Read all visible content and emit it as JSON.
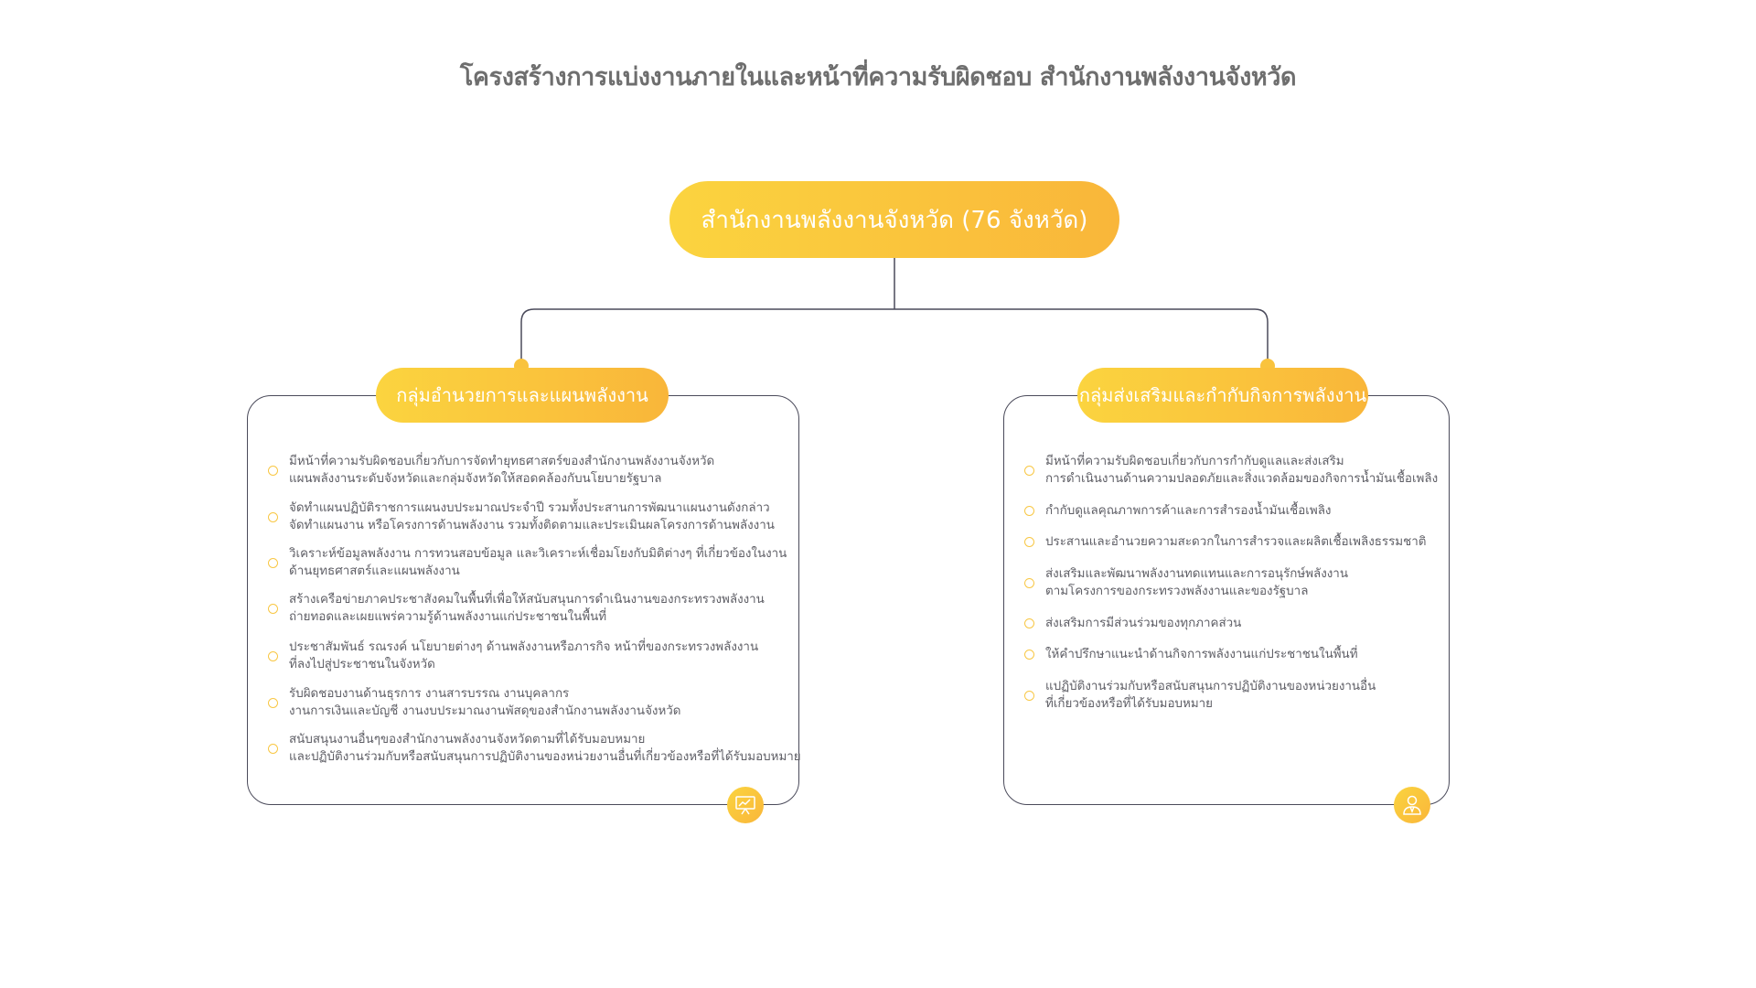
{
  "title": "โครงสร้างการแบ่งงานภายในและหน้าที่ความรับผิดชอบ สำนักงานพลังงานจังหวัด",
  "root": {
    "label": "สำนักงานพลังงานจังหวัด (76 จังหวัด)"
  },
  "groups": [
    {
      "label": "กลุ่มอำนวยการและแผนพลังงาน",
      "icon": "presentation-board-icon",
      "items": [
        {
          "lines": [
            "มีหน้าที่ความรับผิดชอบเกี่ยวกับการจัดทำยุทธศาสตร์ของสำนักงานพลังงานจังหวัด",
            "แผนพลังงานระดับจังหวัดและกลุ่มจังหวัดให้สอดคล้องกับนโยบายรัฐบาล"
          ]
        },
        {
          "lines": [
            "จัดทำแผนปฏิบัติราชการแผนงบประมาณประจำปี รวมทั้งประสานการพัฒนาแผนงานดังกล่าว",
            "จัดทำแผนงาน หรือโครงการด้านพลังงาน รวมทั้งติดตามและประเมินผลโครงการด้านพลังงาน"
          ]
        },
        {
          "lines": [
            "วิเคราะห์ข้อมูลพลังงาน การทวนสอบข้อมูล และวิเคราะห์เชื่อมโยงกับมิติต่างๆ ที่เกี่ยวข้องในงาน",
            "ด้านยุทธศาสตร์และแผนพลังงาน"
          ]
        },
        {
          "lines": [
            "สร้างเครือข่ายภาคประชาสังคมในพื้นที่เพื่อให้สนับสนุนการดำเนินงานของกระทรวงพลังงาน",
            "ถ่ายทอดและเผยแพร่ความรู้ด้านพลังงานแก่ประชาชนในพื้นที่"
          ]
        },
        {
          "lines": [
            "ประชาสัมพันธ์ รณรงค์ นโยบายต่างๆ ด้านพลังงานหรือภารกิจ หน้าที่ของกระทรวงพลังงาน",
            "ที่ลงไปสู่ประชาชนในจังหวัด"
          ]
        },
        {
          "lines": [
            "รับผิดชอบงานด้านธุรการ งานสารบรรณ งานบุคลากร",
            "งานการเงินและบัญชี งานงบประมาณงานพัสดุของสำนักงานพลังงานจังหวัด"
          ]
        },
        {
          "lines": [
            "สนับสนุนงานอื่นๆของสำนักงานพลังงานจังหวัดตามที่ได้รับมอบหมาย",
            "และปฏิบัติงานร่วมกับหรือสนับสนุนการปฏิบัติงานของหน่วยงานอื่นที่เกี่ยวข้องหรือที่ได้รับมอบหมาย"
          ]
        }
      ]
    },
    {
      "label": "กลุ่มส่งเสริมและกำกับกิจการพลังงาน",
      "icon": "person-tie-icon",
      "items": [
        {
          "lines": [
            "มีหน้าที่ความรับผิดชอบเกี่ยวกับการกำกับดูแลและส่งเสริม",
            "การดำเนินงานด้านความปลอดภัยและสิ่งแวดล้อมของกิจการน้ำมันเชื้อเพลิง"
          ]
        },
        {
          "lines": [
            "กำกับดูแลคุณภาพการค้าและการสำรองน้ำมันเชื้อเพลิง"
          ]
        },
        {
          "lines": [
            "ประสานและอำนวยความสะดวกในการสำรวจและผลิตเชื้อเพลิงธรรมชาติ"
          ]
        },
        {
          "lines": [
            "ส่งเสริมและพัฒนาพลังงานทดแทนและการอนุรักษ์พลังงาน",
            "ตามโครงการของกระทรวงพลังงานและของรัฐบาล"
          ]
        },
        {
          "lines": [
            "ส่งเสริมการมีส่วนร่วมของทุกภาคส่วน"
          ]
        },
        {
          "lines": [
            "ให้คำปรึกษาแนะนำด้านกิจการพลังงานแก่ประชาชนในพื้นที่"
          ]
        },
        {
          "lines": [
            "แปฏิบัติงานร่วมกับหรือสนับสนุนการปฏิบัติงานของหน่วยงานอื่น",
            "ที่เกี่ยวข้องหรือที่ได้รับมอบหมาย"
          ]
        }
      ]
    }
  ],
  "colors": {
    "accent_start": "#fbd43f",
    "accent_end": "#f9b63a",
    "line": "#4a4a5a",
    "text": "#5f5f66"
  }
}
